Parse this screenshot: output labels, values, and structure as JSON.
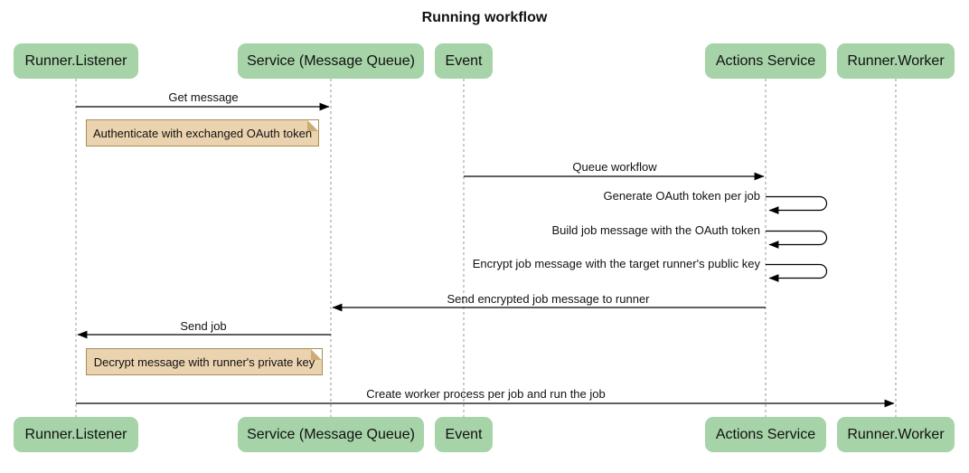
{
  "title": "Running workflow",
  "diagram_type": "sequence",
  "participants": [
    {
      "name": "Runner.Listener"
    },
    {
      "name": "Service (Message Queue)"
    },
    {
      "name": "Event"
    },
    {
      "name": "Actions Service"
    },
    {
      "name": "Runner.Worker"
    }
  ],
  "messages": [
    {
      "label": "Get message",
      "from": "Runner.Listener",
      "to": "Service (Message Queue)",
      "type": "arrow"
    },
    {
      "label": "Queue workflow",
      "from": "Event",
      "to": "Actions Service",
      "type": "arrow"
    },
    {
      "label": "Generate OAuth token per job",
      "from": "Actions Service",
      "to": "Actions Service",
      "type": "self"
    },
    {
      "label": "Build job message with the OAuth token",
      "from": "Actions Service",
      "to": "Actions Service",
      "type": "self"
    },
    {
      "label": "Encrypt job message with the target runner's public key",
      "from": "Actions Service",
      "to": "Actions Service",
      "type": "self"
    },
    {
      "label": "Send encrypted job message to runner",
      "from": "Actions Service",
      "to": "Service (Message Queue)",
      "type": "arrow"
    },
    {
      "label": "Send job",
      "from": "Service (Message Queue)",
      "to": "Runner.Listener",
      "type": "arrow"
    },
    {
      "label": "Create worker process per job and run the job",
      "from": "Runner.Listener",
      "to": "Runner.Worker",
      "type": "arrow"
    }
  ],
  "notes": [
    {
      "text": "Authenticate with exchanged OAuth token",
      "over": "Runner.Listener"
    },
    {
      "text": "Decrypt message with runner's private key",
      "over": "Runner.Listener"
    }
  ],
  "colors": {
    "participant_fill": "#A6D3A8",
    "note_fill": "#EBD3AF",
    "note_border": "#A98C57",
    "lifeline": "#999999",
    "message_line": "#000000",
    "background": "#FFFFFF"
  }
}
